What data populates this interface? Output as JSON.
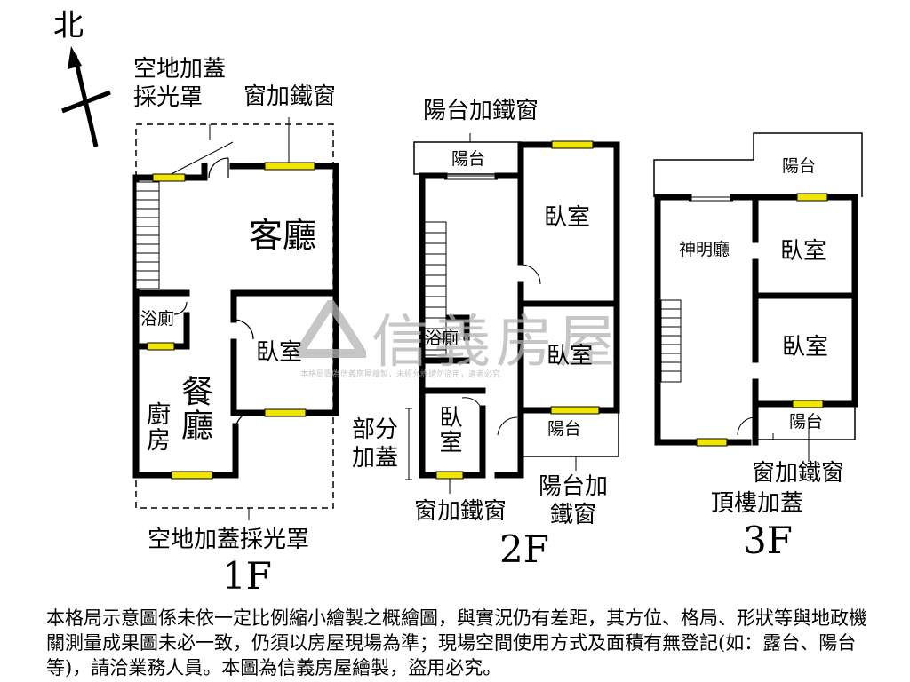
{
  "compass": {
    "north_label": "北"
  },
  "floor1": {
    "floor_label": "1F",
    "note_top": "空地加蓋\n採光罩",
    "note_window_top": "窗加鐵窗",
    "note_bottom": "空地加蓋採光罩",
    "rooms": {
      "living": "客廳",
      "bath": "浴廁",
      "bedroom": "臥室",
      "dining": "餐廳",
      "kitchen": "廚房"
    }
  },
  "floor2": {
    "floor_label": "2F",
    "note_top": "陽台加鐵窗",
    "note_partial": "部分加蓋",
    "note_window_bottom": "窗加鐵窗",
    "note_balcony_bottom": "陽台加鐵窗",
    "rooms": {
      "balcony_top": "陽台",
      "bedroom_top": "臥室",
      "bath": "浴廁",
      "bedroom_mid": "臥室",
      "bedroom_small": "臥室",
      "balcony_bottom": "陽台"
    }
  },
  "floor3": {
    "floor_label": "3F",
    "note_window": "窗加鐵窗",
    "note_roof": "頂樓加蓋",
    "rooms": {
      "balcony_top": "陽台",
      "shrine": "神明廳",
      "bedroom_top": "臥室",
      "bedroom_mid": "臥室",
      "balcony_bottom": "陽台"
    }
  },
  "watermark": {
    "brand": "信義房屋",
    "sub": "本格局圖為信義房屋繪製，未經允許請勿盜用，違者必究"
  },
  "disclaimer": "本格局示意圖係未依一定比例縮小繪製之概繪圖，與實況仍有差距，其方位、格局、形狀等與地政機關測量成果圖未必一致，仍須以房屋現場為準；現場空間使用方式及面積有無登記(如：露台、陽台等)，請洽業務人員。本圖為信義房屋繪製，盜用必究。",
  "colors": {
    "wall": "#000000",
    "window": "#f2e600",
    "watermark": "#b4b4b4"
  }
}
